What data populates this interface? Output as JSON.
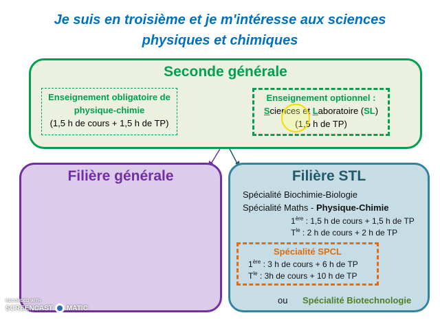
{
  "title": {
    "line1": "Je suis en troisième et je m'intéresse aux sciences",
    "line2": "physiques et chimiques"
  },
  "seconde": {
    "heading": "Seconde générale",
    "obligatoire": {
      "line1": "Enseignement obligatoire de",
      "line2": "physique-chimie",
      "line3": "(1,5 h de cours + 1,5 h de TP)"
    },
    "optionnel": {
      "line1": "Enseignement optionnel :",
      "s": "S",
      "sciences": "ciences et ",
      "l": "L",
      "laboratoire": "aboratoire (",
      "sl": "SL",
      ")": ")",
      "line3": "(1,5 h de TP)"
    }
  },
  "generale": {
    "heading": "Filière générale"
  },
  "stl": {
    "heading": "Filière STL",
    "spec_prefix": "Spécialité ",
    "biochimie": "Biochimie-Biologie",
    "maths": "Maths - ",
    "pc": "Physique-Chimie",
    "pc_1": {
      "num": "1",
      "sup": "ère",
      "text": " : 1,5 h de cours + 1,5 h de TP"
    },
    "pc_t": {
      "num": "T",
      "sup": "le",
      "text": " : 2 h de cours + 2 h de TP"
    },
    "spcl": {
      "heading": "Spécialité SPCL",
      "l1": {
        "num": "1",
        "sup": "ère",
        "text": " : 3 h de cours + 6 h de TP"
      },
      "lt": {
        "num": "T",
        "sup": "le",
        "text": " :  3h de cours + 10 h de TP"
      }
    },
    "ou": "ou",
    "biotech": "Spécialité Biotechnologie"
  },
  "watermark": {
    "line1": "RECORDED WITH",
    "line2": "SCREENCAST",
    "line3": "MATIC"
  },
  "colors": {
    "green": "#00a050",
    "purple": "#7030a0",
    "teal": "#31849b",
    "orange": "#e36c0a",
    "blue": "#0070c0"
  }
}
